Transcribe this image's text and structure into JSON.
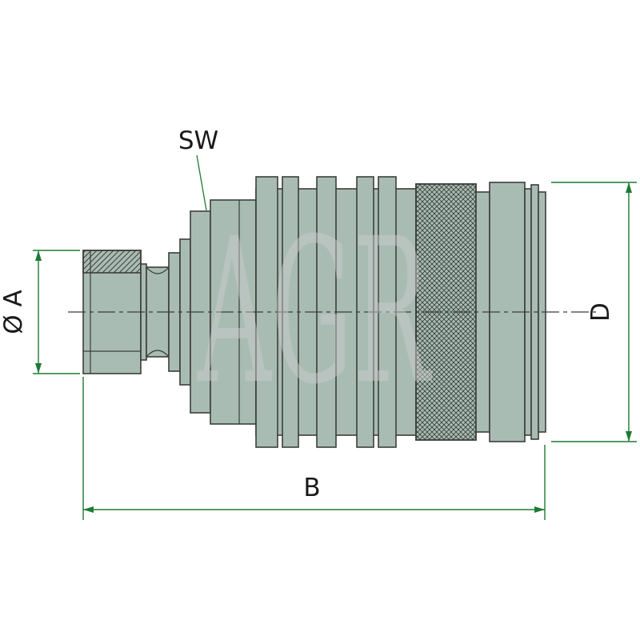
{
  "diagram": {
    "type": "technical-drawing",
    "watermark": "AGR",
    "labels": {
      "wrench_size": "SW",
      "diameter_a": "Ø A",
      "length_b": "B",
      "diameter_d": "D"
    },
    "colors": {
      "body_fill": "#a9bcb4",
      "outline": "#3c3e3b",
      "dimension_line": "#1d7b34",
      "watermark": "#c9c9c9",
      "background": "#ffffff"
    }
  }
}
